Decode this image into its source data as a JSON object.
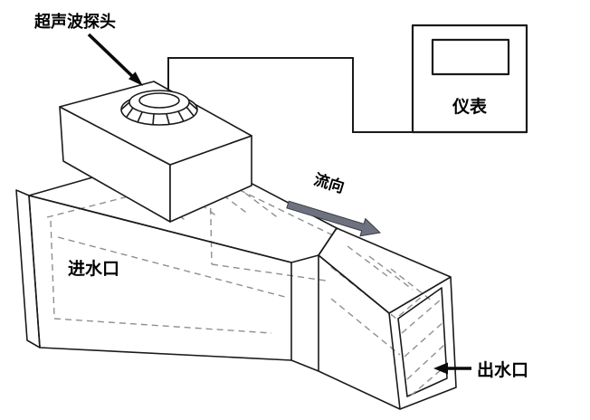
{
  "diagram": {
    "labels": {
      "probe": "超声波探头",
      "meter": "仪表",
      "flow": "流向",
      "inlet": "进水口",
      "outlet": "出水口"
    },
    "colors": {
      "line": "#1a1a1a",
      "hidden_line": "#8f8f8f",
      "flow_arrow": "#6e7280",
      "background": "#ffffff",
      "text": "#000000"
    }
  }
}
